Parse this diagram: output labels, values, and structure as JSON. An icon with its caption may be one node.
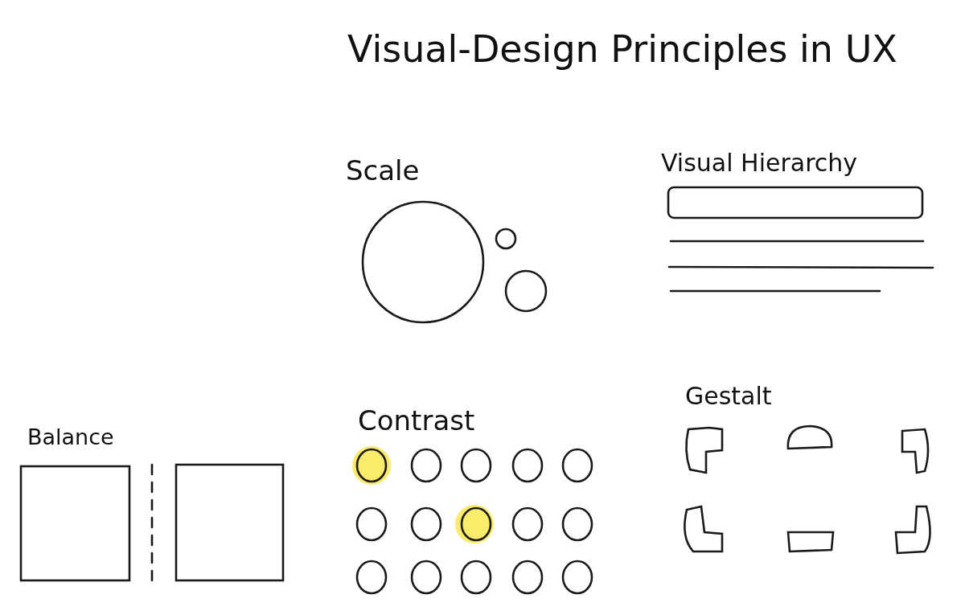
{
  "diagram": {
    "title": "Visual-Design Principles in UX",
    "labels": [
      "Scale",
      "Visual Hierarchy",
      "Balance",
      "Contrast",
      "Gestalt"
    ]
  }
}
